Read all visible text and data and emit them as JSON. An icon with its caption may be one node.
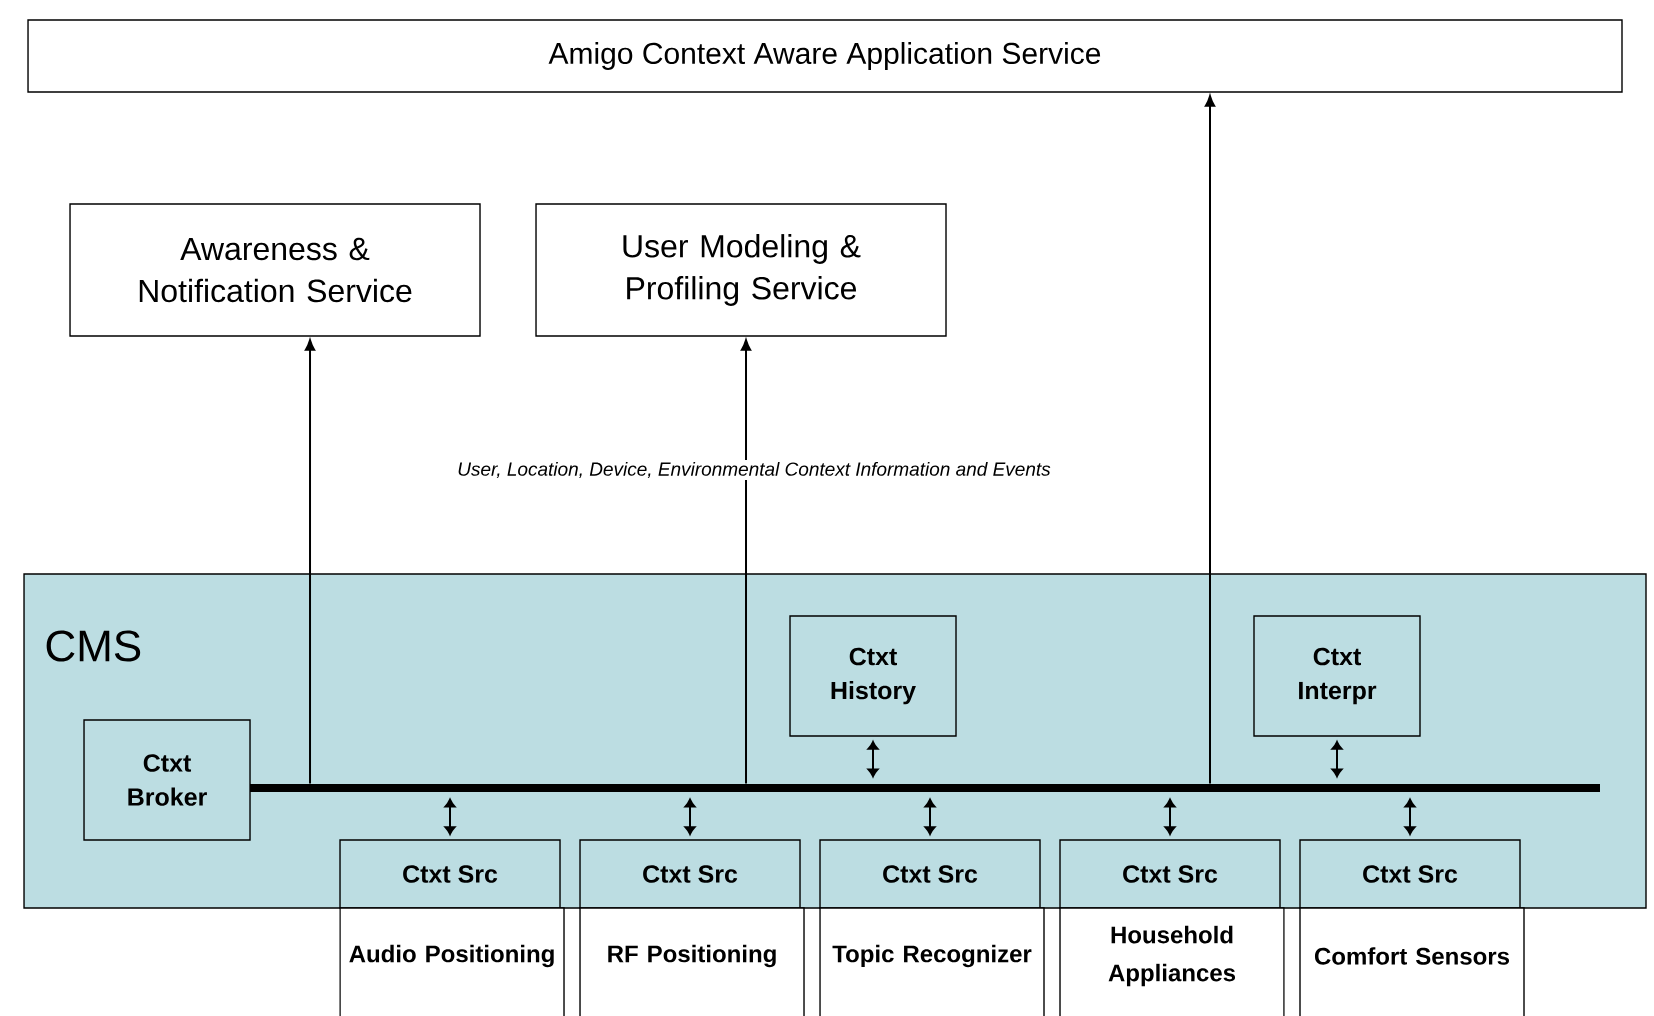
{
  "diagram": {
    "nodes": [
      {
        "text": [
          "Amigo Context Aware Application Service"
        ]
      },
      {
        "text": [
          "Awareness & Notification Service"
        ]
      },
      {
        "text": [
          "User Modeling & Profiling Service"
        ]
      },
      {
        "text": [
          "CMS"
        ]
      },
      {
        "text": [
          "Ctxt Broker"
        ],
        "in": 3
      },
      {
        "text": [
          "Ctxt History"
        ],
        "in": 3
      },
      {
        "text": [
          "Ctxt Interpr"
        ],
        "in": 3
      },
      {
        "text": [],
        "shape": "bar",
        "in": 3
      },
      {
        "text": [
          "Ctxt Src"
        ],
        "in": 3
      },
      {
        "text": [
          "Ctxt Src"
        ],
        "in": 3
      },
      {
        "text": [
          "Ctxt Src"
        ],
        "in": 3
      },
      {
        "text": [
          "Ctxt Src"
        ],
        "in": 3
      },
      {
        "text": [
          "Ctxt Src"
        ],
        "in": 3
      },
      {
        "text": [
          "Audio Positioning"
        ]
      },
      {
        "text": [
          "RF Positioning"
        ]
      },
      {
        "text": [
          "Topic Recognizer"
        ]
      },
      {
        "text": [
          "Household Appliances"
        ]
      },
      {
        "text": [
          "Comfort Sensors"
        ]
      }
    ],
    "edges": [
      {
        "from": 7,
        "to": 1,
        "arrow": "to"
      },
      {
        "from": 7,
        "to": 2,
        "arrow": "to"
      },
      {
        "from": 7,
        "to": 0,
        "arrow": "to"
      },
      {
        "from": 7,
        "to": 5,
        "arrow": "both"
      },
      {
        "from": 7,
        "to": 6,
        "arrow": "both"
      },
      {
        "from": 7,
        "to": 8,
        "arrow": "both"
      },
      {
        "from": 7,
        "to": 9,
        "arrow": "both"
      },
      {
        "from": 7,
        "to": 10,
        "arrow": "both"
      },
      {
        "from": 7,
        "to": 11,
        "arrow": "both"
      },
      {
        "from": 7,
        "to": 12,
        "arrow": "both"
      }
    ],
    "labels": [
      "User, Location, Device, Environmental Context Information and Events"
    ]
  }
}
